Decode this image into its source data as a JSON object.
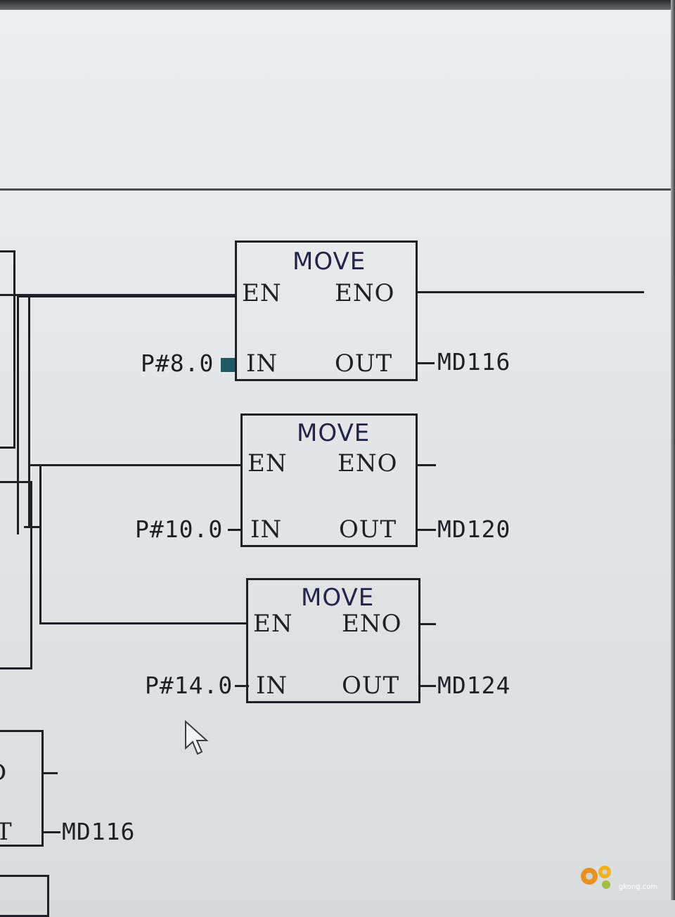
{
  "blocks": [
    {
      "title": "MOVE",
      "en": "EN",
      "eno": "ENO",
      "in_label": "IN",
      "out_label": "OUT",
      "in_value": "P#8.0",
      "out_value": "MD116"
    },
    {
      "title": "MOVE",
      "en": "EN",
      "eno": "ENO",
      "in_label": "IN",
      "out_label": "OUT",
      "in_value": "P#10.0",
      "out_value": "MD120"
    },
    {
      "title": "MOVE",
      "en": "EN",
      "eno": "ENO",
      "in_label": "IN",
      "out_label": "OUT",
      "in_value": "P#14.0",
      "out_value": "MD124"
    }
  ],
  "partial_left_block": {
    "out_label_fragment": "T",
    "out_value": "MD116",
    "top_fragment": "D"
  },
  "watermark": {
    "icon": "gear-logo-icon",
    "domain": "gkong.com"
  },
  "colors": {
    "line": "#1f2026",
    "selection": "#1e5a66",
    "title": "#22254a"
  }
}
